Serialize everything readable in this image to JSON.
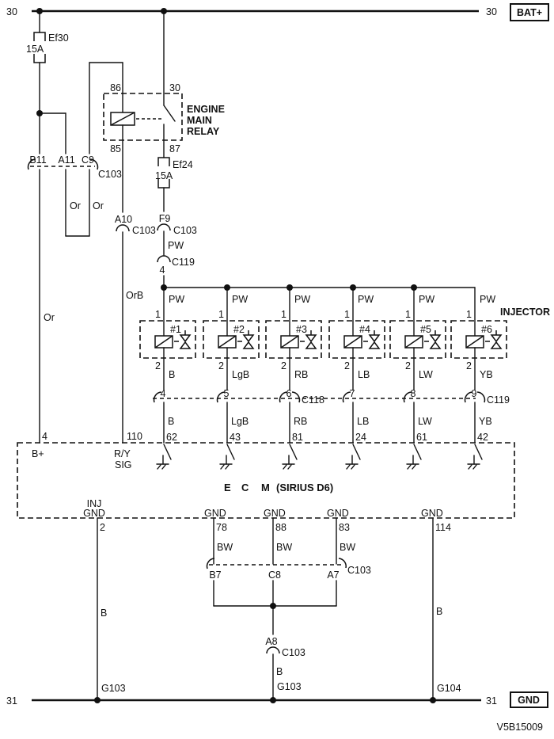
{
  "page": {
    "doc_id": "V5B15009"
  },
  "power": {
    "left_30": "30",
    "right_30": "30",
    "bat_plus": "BAT+",
    "fuse_ef30": {
      "name": "Ef30",
      "rating": "15A"
    },
    "fuse_ef24": {
      "name": "Ef24",
      "rating": "15A"
    }
  },
  "ground_rail": {
    "left_31": "31",
    "right_31": "31",
    "gnd_box": "GND",
    "g103_left": "G103",
    "g103_mid": "G103",
    "g104": "G104"
  },
  "relay": {
    "name_line1": "ENGINE",
    "name_line2": "MAIN",
    "name_line3": "RELAY",
    "pin_86": "86",
    "pin_30": "30",
    "pin_85": "85",
    "pin_87": "87"
  },
  "wires": {
    "or_main": "Or",
    "or_loop_a": "Or",
    "or_loop_b": "Or",
    "orb": "OrB",
    "pw_feed": "PW",
    "b_left": "B",
    "b_mid": "B",
    "b_right": "B",
    "bw_1": "BW",
    "bw_2": "BW",
    "bw_3": "BW"
  },
  "connectors": {
    "c103_top": {
      "pin_1": "B11",
      "pin_2": "A11",
      "pin_3": "C9",
      "name": "C103"
    },
    "a10": {
      "pin": "A10",
      "name": "C103"
    },
    "f9": {
      "pin": "F9",
      "name": "C103"
    },
    "c119_feed": {
      "name": "C119",
      "pin": "4"
    },
    "c118": {
      "name": "C118"
    },
    "c119": {
      "name": "C119"
    },
    "c103_bottom": {
      "pin_1": "B7",
      "pin_2": "C8",
      "pin_3": "A7",
      "name": "C103"
    },
    "a8": {
      "pin": "A8",
      "name": "C103"
    }
  },
  "injectors": {
    "title": "INJECTOR",
    "items": [
      {
        "id": "#1",
        "pin_top": "1",
        "pin_bottom": "2",
        "supply": "PW",
        "wire_upper": "B",
        "conn_pin": "4",
        "wire_lower": "B",
        "ecm_pin": "62"
      },
      {
        "id": "#2",
        "pin_top": "1",
        "pin_bottom": "2",
        "supply": "PW",
        "wire_upper": "LgB",
        "conn_pin": "5",
        "wire_lower": "LgB",
        "ecm_pin": "43"
      },
      {
        "id": "#3",
        "pin_top": "1",
        "pin_bottom": "2",
        "supply": "PW",
        "wire_upper": "RB",
        "conn_pin": "6",
        "wire_lower": "RB",
        "ecm_pin": "81"
      },
      {
        "id": "#4",
        "pin_top": "1",
        "pin_bottom": "2",
        "supply": "PW",
        "wire_upper": "LB",
        "conn_pin": "7",
        "wire_lower": "LB",
        "ecm_pin": "24"
      },
      {
        "id": "#5",
        "pin_top": "1",
        "pin_bottom": "2",
        "supply": "PW",
        "wire_upper": "LW",
        "conn_pin": "8",
        "wire_lower": "LW",
        "ecm_pin": "61"
      },
      {
        "id": "#6",
        "pin_top": "1",
        "pin_bottom": "2",
        "supply": "PW",
        "wire_upper": "YB",
        "conn_pin": "9",
        "wire_lower": "YB",
        "ecm_pin": "42"
      }
    ]
  },
  "ecm": {
    "title_e": "E",
    "title_c": "C",
    "title_m": "M",
    "title_suffix": "(SIRIUS D6)",
    "pin_bplus": {
      "num": "4",
      "label": "B+"
    },
    "pin_sig": {
      "num": "110",
      "label_line1": "R/Y",
      "label_line2": "SIG"
    },
    "inj_gnd": {
      "label_line1": "INJ",
      "label_line2": "GND",
      "pin": "2"
    },
    "gnd_1": {
      "label": "GND",
      "num": "78"
    },
    "gnd_2": {
      "label": "GND",
      "num": "88"
    },
    "gnd_3": {
      "label": "GND",
      "num": "83"
    },
    "gnd_4": {
      "label": "GND",
      "num": "114"
    }
  }
}
